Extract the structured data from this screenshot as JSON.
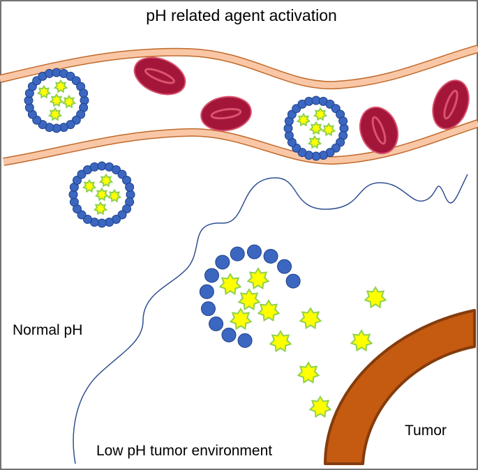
{
  "title": "pH related agent activation",
  "labels": {
    "normal_ph": "Normal pH",
    "low_ph": "Low pH tumor environment",
    "tumor": "Tumor"
  },
  "colors": {
    "frame": "#444444",
    "vessel_wall_fill": "#f9c7a6",
    "vessel_wall_stroke": "#c0692a",
    "rbc_outer": "#a3163a",
    "rbc_inner": "#c8445e",
    "bead_fill": "#3c67c0",
    "bead_stroke": "#1d3f8a",
    "star_fill": "#ffff00",
    "star_stroke": "#8fd14f",
    "tumor_fill": "#c55a11",
    "tumor_stroke": "#843c0c",
    "boundary": "#2f4f8f"
  },
  "icons": {
    "nanocarrier": "nanocarrier-icon",
    "red_blood_cell": "red-blood-cell-icon",
    "drug_agent": "star-icon"
  }
}
